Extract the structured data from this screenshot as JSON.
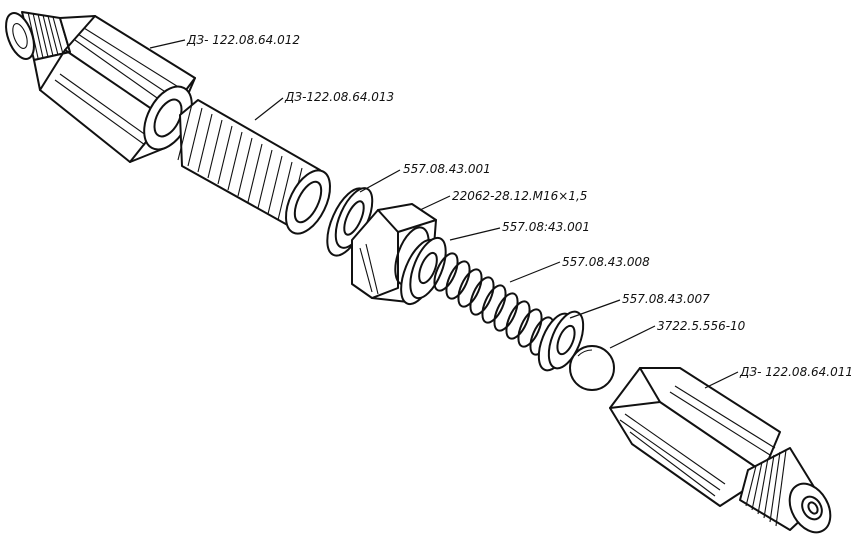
{
  "parts": [
    {
      "id": "fitting-left",
      "label": "ДЗ- 122.08.64.012"
    },
    {
      "id": "threaded-sleeve",
      "label": "ДЗ-122.08.64.013"
    },
    {
      "id": "washer-1",
      "label": "557.08.43.001"
    },
    {
      "id": "nut",
      "label": "22062-28.12.M16×1,5"
    },
    {
      "id": "washer-2",
      "label": "557.08:43.001"
    },
    {
      "id": "spring",
      "label": "557.08.43.008"
    },
    {
      "id": "spring-seat",
      "label": "557.08.43.007"
    },
    {
      "id": "ball",
      "label": "3722.5.556-10"
    },
    {
      "id": "fitting-right",
      "label": "ДЗ- 122.08.64.011"
    }
  ]
}
